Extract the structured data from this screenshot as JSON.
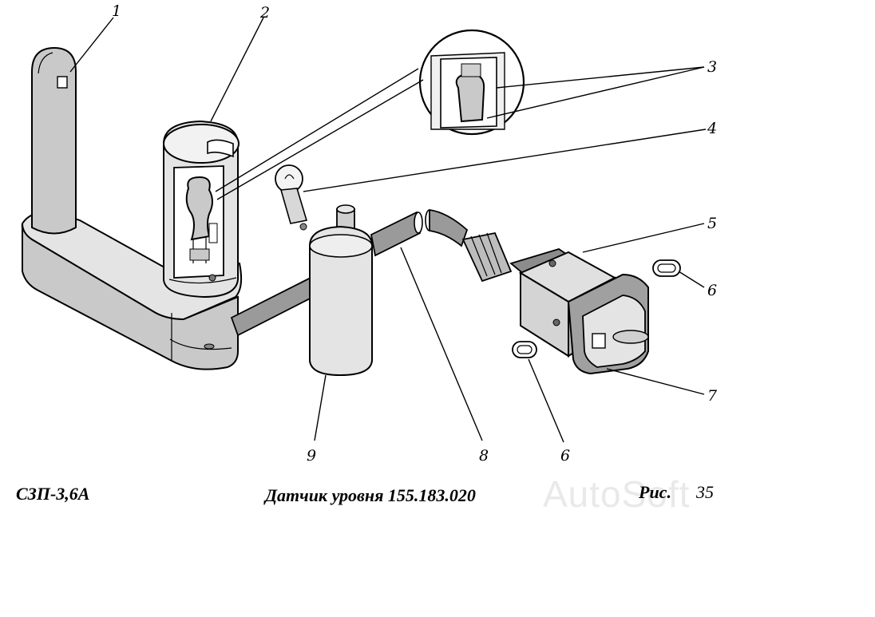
{
  "callouts": {
    "c1": "1",
    "c2": "2",
    "c3": "3",
    "c4": "4",
    "c5": "5",
    "c6a": "6",
    "c6b": "6",
    "c7": "7",
    "c8": "8",
    "c9": "9"
  },
  "footer": {
    "model": "СЗП-3,6А",
    "title": "Датчик уровня 155.183.020",
    "figure_label": "Рис.",
    "figure_number": "35"
  },
  "watermark": "AutoSoft"
}
